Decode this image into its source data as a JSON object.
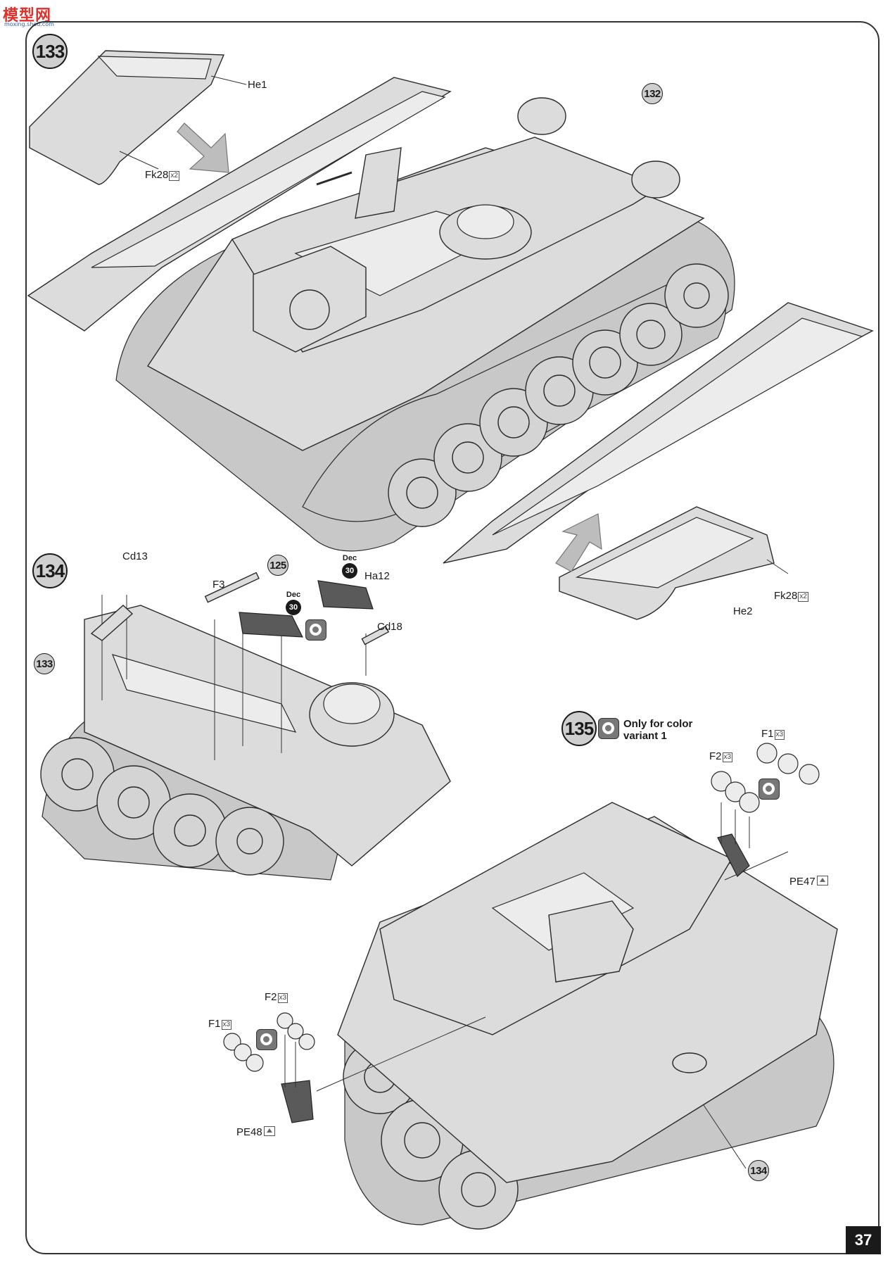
{
  "logo": {
    "main": "模型网",
    "url": "moxing.shou.com"
  },
  "steps": {
    "s133": "133",
    "s134": "134",
    "s135": "135"
  },
  "refs": {
    "r132": "132",
    "r125": "125",
    "r133": "133",
    "r134": "134"
  },
  "parts": {
    "he1": "He1",
    "he2": "He2",
    "fk28_a": "Fk28",
    "fk28_b": "Fk28",
    "cd13": "Cd13",
    "f3": "F3",
    "ha12": "Ha12",
    "cd18": "Cd18",
    "f1_a": "F1",
    "f2_a": "F2",
    "pe47": "PE47",
    "f1_b": "F1",
    "f2_b": "F2",
    "pe48": "PE48"
  },
  "quantities": {
    "fk28_a": "2",
    "fk28_b": "2",
    "f1_a": "3",
    "f2_a": "3",
    "f1_b": "3",
    "f2_b": "3"
  },
  "decals": {
    "label": "Dec",
    "d1": "30",
    "d2": "30"
  },
  "note_135": {
    "line1": "Only for color",
    "line2": "variant 1"
  },
  "page_number": "37",
  "colors": {
    "part_fill": "#dcdcdc",
    "ink": "#1a1a1a",
    "logo_red": "#e0302a"
  }
}
